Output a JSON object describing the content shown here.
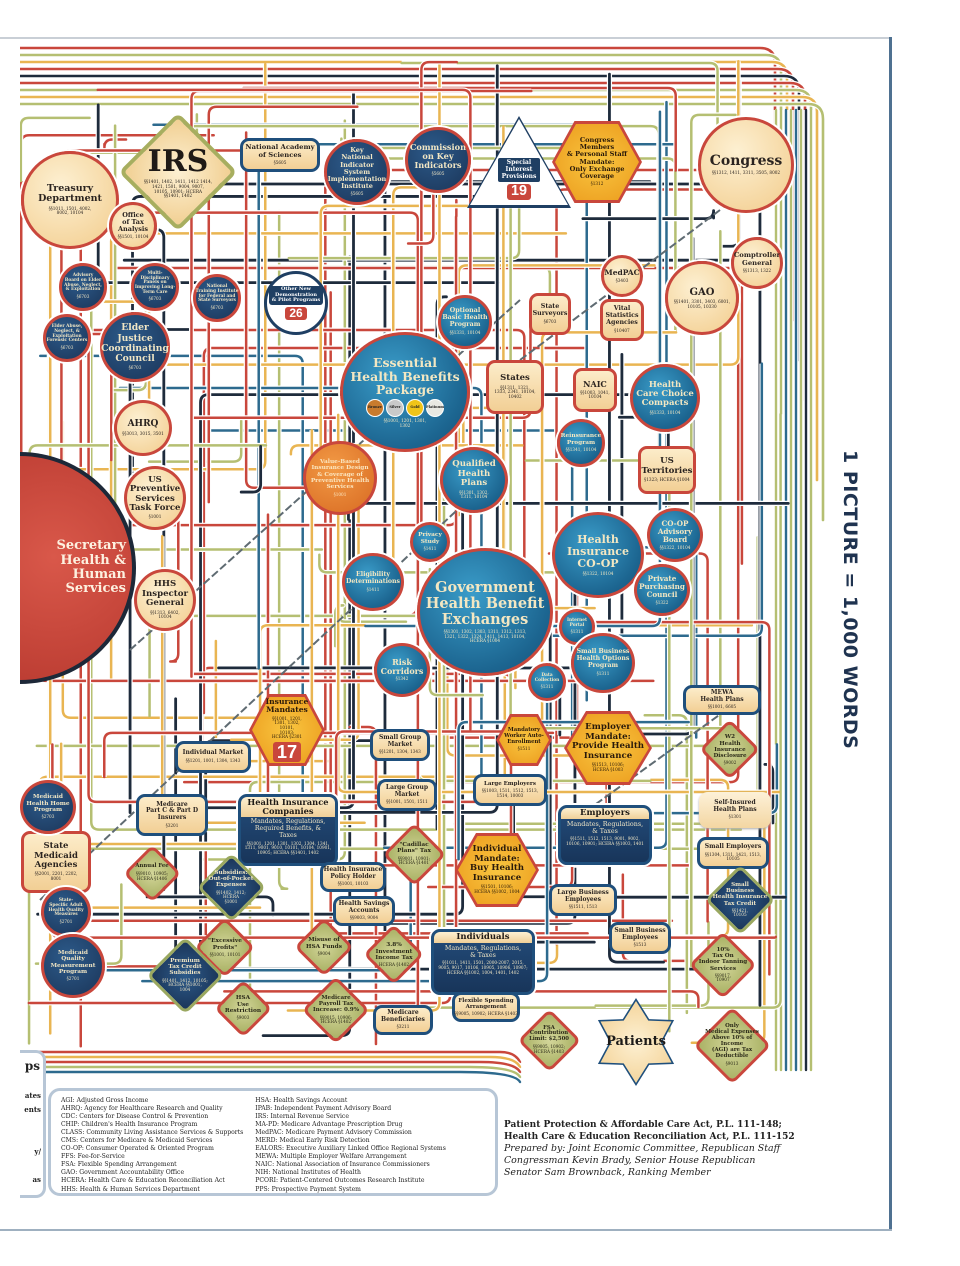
{
  "poster": {
    "side_title": "1 PICTURE = 1,000 WORDS"
  },
  "colors": {
    "red": "#c9473c",
    "olive": "#b5bf72",
    "navy": "#1e2b3c",
    "blue": "#2d6a8e",
    "yellow": "#e9b552",
    "tan": "#f2cf95"
  },
  "nodes": [
    {
      "id": "treasury",
      "title": "Treasury\nDepartment",
      "refs": "§§1011, 1501, 4002,\n8002, 10104"
    },
    {
      "id": "irs",
      "title": "IRS",
      "refs": "§§1401, 1402, 1411, 1412 1414,\n1421, 1501, 9004, 9007,\n10105, 10901; HCERA\n§§1401, 1402"
    },
    {
      "id": "ota",
      "title": "Office\nof Tax\nAnalysis",
      "refs": "§§1501, 10104"
    },
    {
      "id": "nas",
      "title": "National Academy\nof Sciences",
      "refs": "§5605"
    },
    {
      "id": "knis",
      "title": "Key\nNational\nIndicator System\nImplementation\nInstitute",
      "refs": "§5605"
    },
    {
      "id": "cki",
      "title": "Commission\non Key\nIndicators",
      "refs": "§5605"
    },
    {
      "id": "sip",
      "title": "Special\nInterest\nProvisions",
      "badge": "19"
    },
    {
      "id": "congmem",
      "title": "Congress\nMembers\n& Personal Staff\nMandate:\nOnly Exchange\nCoverage",
      "refs": "§1312"
    },
    {
      "id": "congress",
      "title": "Congress",
      "refs": "§§1312, 1411, 3311, 3505, 8002"
    },
    {
      "id": "abean",
      "title": "Advisory\nBoard on Elder\nAbuse, Neglect,\n& Exploitation",
      "refs": "§6703"
    },
    {
      "id": "mdp",
      "title": "Multi-\nDisciplinary\nPanels on\nImproving Long-\nTerm Care",
      "refs": "§6703"
    },
    {
      "id": "nti",
      "title": "National\nTraining Institute\nfor Federal and\nState Surveyors",
      "refs": "§6703"
    },
    {
      "id": "onp",
      "title": "Other New\nDemonstration\n& Pilot Programs",
      "badge": "26"
    },
    {
      "id": "eanfc",
      "title": "Elder Abuse,\nNeglect, &\nExploitation\nForensic Centers",
      "refs": "§6703"
    },
    {
      "id": "ejcc",
      "title": "Elder\nJustice\nCoordinating\nCouncil",
      "refs": "§6703"
    },
    {
      "id": "obhp",
      "title": "Optional\nBasic Health\nProgram",
      "refs": "§§1331, 10104"
    },
    {
      "id": "ss",
      "title": "State\nSurveyors",
      "refs": "§6703"
    },
    {
      "id": "medpac",
      "title": "MedPAC",
      "refs": "§3403"
    },
    {
      "id": "vsa",
      "title": "Vital\nStatistics\nAgencies",
      "refs": "§10407"
    },
    {
      "id": "gao",
      "title": "GAO",
      "refs": "§§1401, 3301, 3403, 6001,\n10105, 10330"
    },
    {
      "id": "cg",
      "title": "Comptroller\nGeneral",
      "refs": "§§1313, 1322"
    },
    {
      "id": "ehb",
      "title": "Essential\nHealth Benefits\nPackage",
      "refs": "§§1001, 1201, 1301,\n1302",
      "tiers": [
        "Bronze",
        "Silver",
        "Gold",
        "Platinum"
      ]
    },
    {
      "id": "states",
      "title": "States",
      "refs": "§§1311, 1321,\n1333, 2341, 10104,\n10402"
    },
    {
      "id": "naic",
      "title": "NAIC",
      "refs": "§§1003, 1041,\n10104"
    },
    {
      "id": "hccc",
      "title": "Health\nCare Choice\nCompacts",
      "refs": "§§1333, 10104"
    },
    {
      "id": "reins",
      "title": "Reinsurance\nProgram",
      "refs": "§§1341, 10104"
    },
    {
      "id": "ahrq",
      "title": "AHRQ",
      "refs": "§§3013, 3015, 3501"
    },
    {
      "id": "uspstf",
      "title": "US\nPreventive\nServices\nTask Force",
      "refs": "§1001"
    },
    {
      "id": "vbid",
      "title": "Value-Based\nInsurance Design\n& Coverage of\nPreventive Health\nServices",
      "refs": "§1001"
    },
    {
      "id": "qhp",
      "title": "Qualified\nHealth\nPlans",
      "refs": "§§1301, 1302,\n1311, 10104"
    },
    {
      "id": "ust",
      "title": "US\nTerritories",
      "refs": "§1323; HCERA §1004"
    },
    {
      "id": "ps",
      "title": "Privacy\nStudy",
      "refs": "§1411"
    },
    {
      "id": "ed",
      "title": "Eligibility\nDeterminations",
      "refs": "§1411"
    },
    {
      "id": "ghbe",
      "title": "Government\nHealth Benefit\nExchanges",
      "refs": "§§1301, 1302, 1303, 1311, 1312, 1313,\n1321, 1322, 1324, 1411, 1413, 10104,\nHCERA §1004"
    },
    {
      "id": "coop",
      "title": "Health\nInsurance\nCO-OP",
      "refs": "§§1322, 10104"
    },
    {
      "id": "coopab",
      "title": "CO-OP\nAdvisory\nBoard",
      "refs": "§§1322, 10104"
    },
    {
      "id": "ppc",
      "title": "Private\nPurchasing\nCouncil",
      "refs": "§1322"
    },
    {
      "id": "ip",
      "title": "Internet\nPortal",
      "refs": "§1311"
    },
    {
      "id": "shop",
      "title": "Small Business\nHealth Options\nProgram",
      "refs": "§1311"
    },
    {
      "id": "dc",
      "title": "Data\nCollection",
      "refs": "§1311"
    },
    {
      "id": "rc",
      "title": "Risk\nCorridors",
      "refs": "§1342"
    },
    {
      "id": "hhsig",
      "title": "HHS\nInspector\nGeneral",
      "refs": "§§1313, 6402,\n10104"
    },
    {
      "id": "secretary",
      "title": "Secretary\nHealth & Human\nServices"
    },
    {
      "id": "mewa",
      "title": "MEWA\nHealth Plans",
      "refs": "§§1001, 6605"
    },
    {
      "id": "im",
      "title": "Insurance\nMandates",
      "refs": "§§1001, 1201,\n1301, 1302,\n10101,\n10103;\nHCERA §2301",
      "badge": "17"
    },
    {
      "id": "indm",
      "title": "Individual Market",
      "refs": "§§1201, 1001, 1304, 1343"
    },
    {
      "id": "sgm",
      "title": "Small Group\nMarket",
      "refs": "§§1201, 1304, 1343"
    },
    {
      "id": "mwae",
      "title": "Mandatory\nWorker Auto-\nEnrollment",
      "refs": "§1511"
    },
    {
      "id": "emand",
      "title": "Employer\nMandate:\nProvide Health\nInsurance",
      "refs": "§§1513, 10106;\nHCERA §1003"
    },
    {
      "id": "w2",
      "title": "W2\nHealth\nInsurance\nDisclosure",
      "refs": "§9002"
    },
    {
      "id": "le",
      "title": "Large Employers",
      "refs": "§§1003, 1511, 1512, 1513,\n1514, 10003"
    },
    {
      "id": "lgm",
      "title": "Large Group\nMarket",
      "refs": "§§1001, 1501, 1511"
    },
    {
      "id": "mcd",
      "title": "Medicare\nPart C & Part D\nInsurers",
      "refs": "§3201"
    },
    {
      "id": "hic",
      "title": "Health Insurance\nCompanies",
      "sub": "Mandates, Regulations,\nRequired Benefits, &\nTaxes",
      "refs": "§§1001, 1201, 1301, 1302, 1304, 1341,\n1311, 9001, 9010, 10101, 10104, 10901,\n10905; HCERA §§1401, 1402"
    },
    {
      "id": "emp",
      "title": "Employers",
      "sub": "Mandates, Regulations,\n& Taxes",
      "refs": "§§1511, 1512, 1513, 9001, 9002,\n10106, 10901; HCERA §§1003, 1401"
    },
    {
      "id": "sihp",
      "title": "Self-Insured\nHealth Plans",
      "refs": "§1301"
    },
    {
      "id": "se",
      "title": "Small Employers",
      "refs": "§§1304, 1311, 1421, 1513,\n10105"
    },
    {
      "id": "af",
      "title": "Annual Fee",
      "refs": "§§9010, 10905;\nHCERA §1406"
    },
    {
      "id": "sub",
      "title": "Subsidies:\nOut-of-Pocket\nExpenses",
      "refs": "§§1402, 1412;\nHCERA\n§1001"
    },
    {
      "id": "cad",
      "title": "\"Cadillac\nPlans\" Tax",
      "refs": "§§9001, 10901;\nHCERA §1401"
    },
    {
      "id": "hipe",
      "title": "Health Insurance\nPolicy Holder",
      "refs": "§§1001, 10103"
    },
    {
      "id": "hsa",
      "title": "Health Savings\nAccounts",
      "refs": "§§9003, 9004"
    },
    {
      "id": "imand",
      "title": "Individual\nMandate:\nBuy Health\nInsurance",
      "refs": "§§1501, 10106;\nHCERA §§1002, 1004"
    },
    {
      "id": "lbe",
      "title": "Large Business\nEmployees",
      "refs": "§§1511, 1513"
    },
    {
      "id": "sbtc",
      "title": "Small\nBusiness\nHealth Insurance\nTax Credit",
      "refs": "§§1421,\n10105"
    },
    {
      "id": "sma",
      "title": "State\nMedicaid\nAgencies",
      "refs": "§§2001, 2201, 2202,\n8001"
    },
    {
      "id": "ssahq",
      "title": "State-\nSpecific Adult\nHealth Quality\nMeasures",
      "refs": "§2701"
    },
    {
      "id": "mhhp",
      "title": "Medicaid\nHealth Home\nProgram",
      "refs": "§2703"
    },
    {
      "id": "mqmp",
      "title": "Medicaid\nQuality\nMeasurement\nProgram",
      "refs": "§2701"
    },
    {
      "id": "ep",
      "title": "\"Excessive\nProfits\"",
      "refs": "§§1001, 10101"
    },
    {
      "id": "ptc",
      "title": "Premium\nTax Credit\nSubsidies",
      "refs": "§§1401, 1412, 10105;\nHCERA §§1001,\n1004"
    },
    {
      "id": "mhsa",
      "title": "Misuse of\nHSA Funds",
      "refs": "§9004"
    },
    {
      "id": "iit",
      "title": "3.8%\nInvestment\nIncome Tax",
      "refs": "HCERA §1402"
    },
    {
      "id": "indiv",
      "title": "Individuals",
      "sub": "Mandates, Regulations,\n& Taxes",
      "refs": "§§1011, 1411, 1501, 2000-2007, 2015,\n9005, 9017, 10106, 10905, 10906, 10907;\nHCERA §§1002, 1004, 1401, 1402"
    },
    {
      "id": "sbe",
      "title": "Small Business\nEmployees",
      "refs": "§1513"
    },
    {
      "id": "tan",
      "title": "10%\nTax On\nIndoor Tanning\nServices",
      "refs": "§§9017,\n10907"
    },
    {
      "id": "hsaur",
      "title": "HSA\nUse Restriction",
      "refs": "§9003"
    },
    {
      "id": "mpt",
      "title": "Medicare\nPayroll Tax\nIncrease: 0.9%",
      "refs": "§§9015, 10906;\nHCERA §1402"
    },
    {
      "id": "mb",
      "title": "Medicare\nBeneficiaries",
      "refs": "§3211"
    },
    {
      "id": "fsa",
      "title": "Flexible Spending\nArrangement",
      "refs": "§§9005, 10902; HCERA §1403"
    },
    {
      "id": "fsal",
      "title": "FSA\nContribution\nLimit: $2,500",
      "refs": "§§9005, 10902;\nHCERA §1403"
    },
    {
      "id": "patients",
      "title": "Patients"
    },
    {
      "id": "ome",
      "title": "Only\nMedical Expenses\nAbove 10% of Income\n(AGI) are Tax\nDeductible",
      "refs": "§9013"
    }
  ],
  "legend_partial": {
    "heading": "ps",
    "items": [
      "ates",
      "ents",
      "y/",
      "as"
    ]
  },
  "abbreviations": {
    "left": [
      "AGI: Adjusted Gross Income",
      "AHRQ: Agency for Healthcare Research and Quality",
      "CDC: Centers for Disease Control & Prevention",
      "CHIP: Children's Health Insurance Program",
      "CLASS: Community Living Assistance Services & Supports",
      "CMS: Centers for Medicare & Medicaid Services",
      "CO-OP: Consumer Operated & Oriented Program",
      "FFS: Fee-for-Service",
      "FSA: Flexible Spending Arrangement",
      "GAO: Government Accountability Office",
      "HCERA: Health Care & Education Reconciliation Act",
      "HHS: Health & Human Services Department"
    ],
    "right": [
      "HSA: Health Savings Account",
      "IPAB: Independent Payment Advisory Board",
      "IRS: Internal Revenue Service",
      "MA-PD: Medicare Advantage Prescription Drug",
      "MedPAC: Medicare Payment Advisory Commission",
      "MERD: Medical Early Risk Detection",
      "EALORS: Executive Auxiliary Linked Office Regional Systems",
      "MEWA: Multiple Employer Welfare Arrangement",
      "NAIC: National Association of Insurance Commissioners",
      "NIH: National Institutes of Health",
      "PCORI: Patient-Centered Outcomes Research Institute",
      "PPS: Prospective Payment System"
    ]
  },
  "credits": {
    "laws": [
      "Patient Protection & Affordable Care Act, P.L. 111-148;",
      "Health Care & Education Reconciliation Act, P.L. 111-152"
    ],
    "prepared": [
      "Prepared by: Joint Economic Committee, Republican Staff",
      "Congressman Kevin Brady, Senior House Republican",
      "Senator Sam Brownback, Ranking Member"
    ]
  }
}
